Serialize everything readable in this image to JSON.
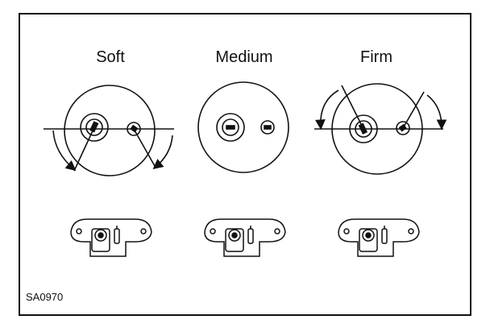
{
  "labels": {
    "soft": "Soft",
    "medium": "Medium",
    "firm": "Firm"
  },
  "figure_code": "SA0970",
  "colors": {
    "line": "#111111",
    "background": "#ffffff"
  }
}
